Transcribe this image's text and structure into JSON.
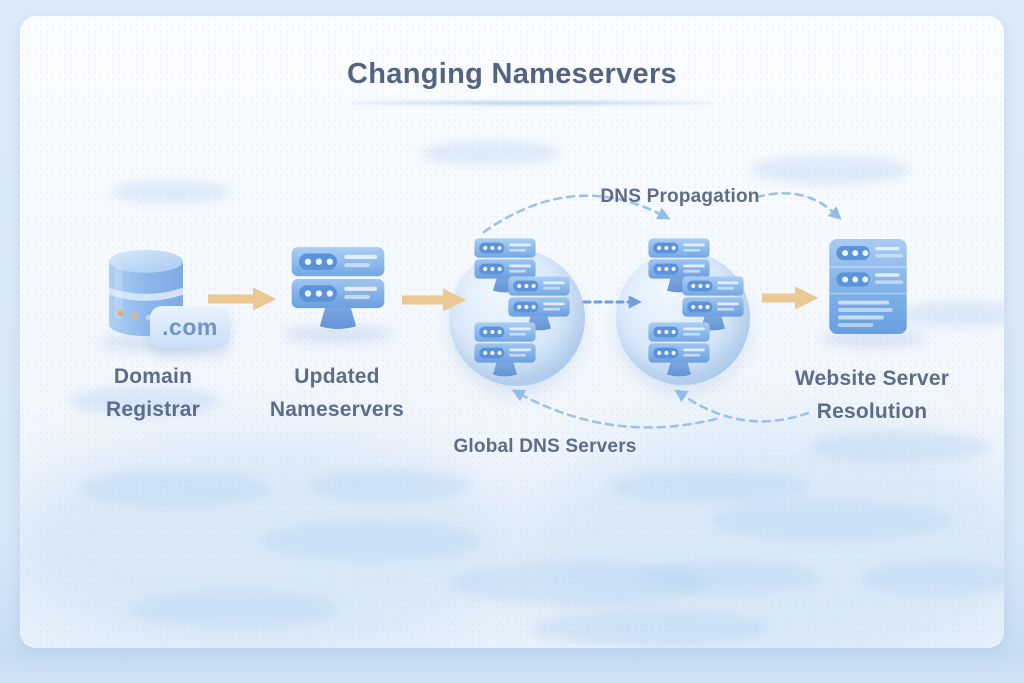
{
  "title": "Changing Nameservers",
  "nodes": {
    "domain_registrar": {
      "icon": "database-icon",
      "badge": ".com",
      "label_line1": "Domain",
      "label_line2": "Registrar"
    },
    "updated_nameservers": {
      "icon": "server-monitor-icon",
      "label_line1": "Updated",
      "label_line2": "Nameservers"
    },
    "global_dns_servers": {
      "icon": "globe-server-cluster-icon",
      "label": "Global DNS Servers",
      "cluster_count": 2,
      "servers_per_cluster": 3
    },
    "website_server": {
      "icon": "server-tower-icon",
      "label_line1": "Website Server",
      "label_line2": "Resolution"
    }
  },
  "annotations": {
    "dns_propagation": "DNS Propagation"
  },
  "edges": {
    "solid_flow": [
      {
        "from": "domain_registrar",
        "to": "updated_nameservers",
        "style": "solid-arrow"
      },
      {
        "from": "updated_nameservers",
        "to": "global_dns_cluster_1",
        "style": "solid-arrow"
      },
      {
        "from": "global_dns_cluster_2",
        "to": "website_server",
        "style": "solid-arrow"
      }
    ],
    "dashed_flow": [
      {
        "from": "global_dns_cluster_1",
        "to": "global_dns_cluster_2",
        "style": "dashed-arrow"
      },
      {
        "from": "global_dns_cluster_1",
        "to": "global_dns_cluster_2",
        "style": "dashed-arc-top",
        "label": "DNS Propagation"
      },
      {
        "from": "global_dns_cluster_2",
        "to": "website_server",
        "style": "dashed-arc-top"
      },
      {
        "from": "website_server",
        "to": "global_dns_cluster_2",
        "style": "dashed-arc-bottom"
      },
      {
        "from": "global_dns_cluster_2",
        "to": "global_dns_cluster_1",
        "style": "dashed-arc-bottom"
      }
    ]
  },
  "colors": {
    "outer_background": "#d7e7f8",
    "card_background": "#f7fafd",
    "text": "#5d6d89",
    "solid_arrow": "#ecc893",
    "dashed_arrow": "#9cc2ec",
    "dashed_arrow_dark": "#6f9fdd",
    "server_blue": "#74a7e4",
    "chip_blue": "#5b92d9",
    "globe_fill": "#d5e7f9",
    "badge_text": "#6d93c8"
  }
}
